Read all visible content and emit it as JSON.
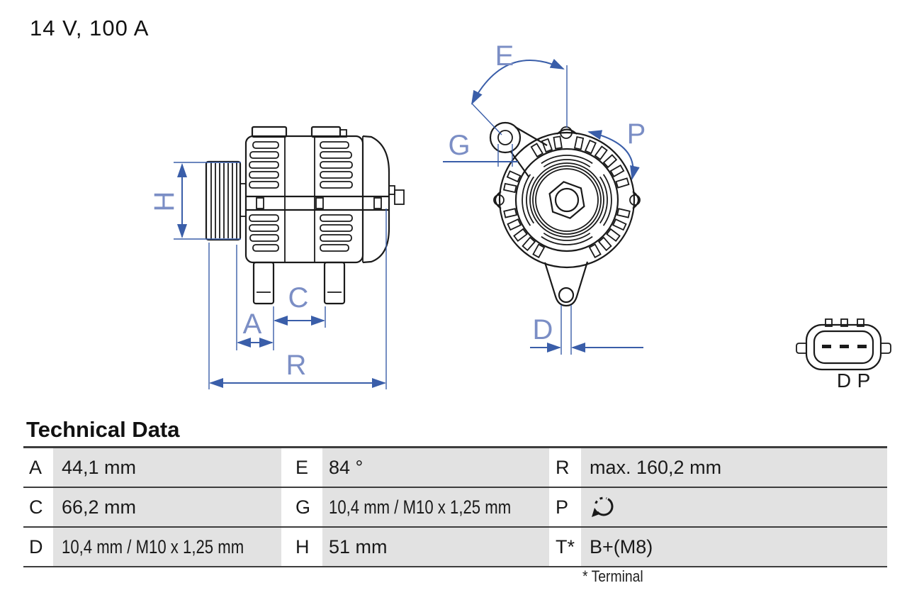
{
  "title": "14 V, 100 A",
  "diagram": {
    "side_view": {
      "labels": {
        "h": "H",
        "a": "A",
        "c": "C",
        "r": "R"
      }
    },
    "front_view": {
      "labels": {
        "e": "E",
        "g": "G",
        "p": "P",
        "d": "D"
      }
    },
    "connector": {
      "pin_labels": {
        "d": "D",
        "p": "P"
      }
    }
  },
  "technical_data": {
    "heading": "Technical Data",
    "rows": [
      {
        "cells": [
          {
            "label": "A",
            "value": "44,1 mm"
          },
          {
            "label": "E",
            "value": "84 °"
          },
          {
            "label": "R",
            "value": "max. 160,2 mm"
          }
        ]
      },
      {
        "cells": [
          {
            "label": "C",
            "value": "66,2 mm"
          },
          {
            "label": "G",
            "value": "10,4 mm / M10 x 1,25 mm"
          },
          {
            "label": "P",
            "value": "",
            "value_icon": "rotation-direction-icon"
          }
        ]
      },
      {
        "cells": [
          {
            "label": "D",
            "value": "10,4 mm / M10 x 1,25 mm"
          },
          {
            "label": "H",
            "value": "51 mm"
          },
          {
            "label": "T*",
            "value": "B+(M8)"
          }
        ]
      }
    ],
    "footnote": "* Terminal"
  },
  "colors": {
    "dimension_blue": "#3a5ea9",
    "dimension_label_blue": "#7b8ec5",
    "line_black": "#1a1a1a",
    "table_cell_gray": "#e2e2e2"
  }
}
